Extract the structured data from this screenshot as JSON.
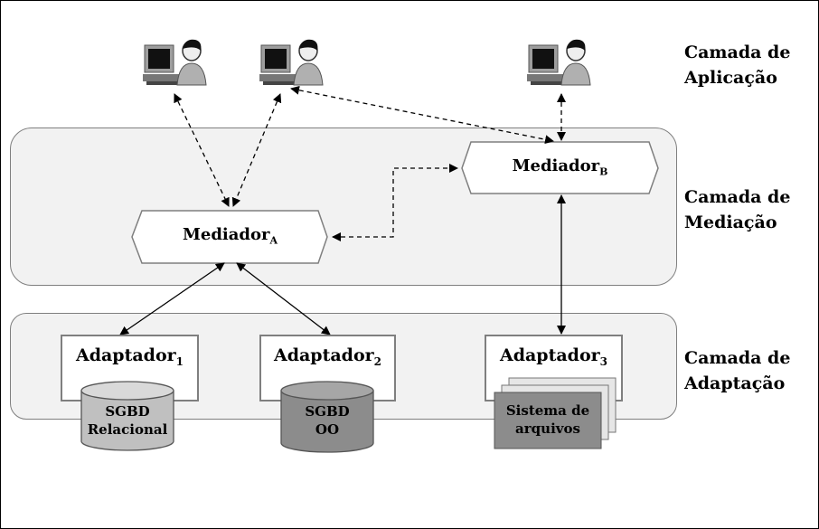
{
  "layers": {
    "application": {
      "line1": "Camada de",
      "line2": "Aplicação"
    },
    "mediation": {
      "line1": "Camada de",
      "line2": "Mediação"
    },
    "adaptation": {
      "line1": "Camada de",
      "line2": "Adaptação"
    }
  },
  "mediators": {
    "a": {
      "base": "Mediador",
      "sub": "A"
    },
    "b": {
      "base": "Mediador",
      "sub": "B"
    }
  },
  "adapters": [
    {
      "base": "Adaptador",
      "sub": "1"
    },
    {
      "base": "Adaptador",
      "sub": "2"
    },
    {
      "base": "Adaptador",
      "sub": "3"
    }
  ],
  "sources": {
    "relational": {
      "line1": "SGBD",
      "line2": "Relacional"
    },
    "oo": {
      "line1": "SGBD",
      "line2": "OO"
    },
    "files": {
      "line1": "Sistema de",
      "line2": "arquivos"
    }
  },
  "colors": {
    "layer_fill": "#f2f2f2",
    "layer_border": "#7f7f7f",
    "db_relational": "#c0c0c0",
    "db_oo": "#8c8c8c",
    "files_front": "#8c8c8c",
    "files_back": "#e6e6e6"
  },
  "icons": [
    "user-computer-icon",
    "user-computer-icon",
    "user-computer-icon"
  ]
}
